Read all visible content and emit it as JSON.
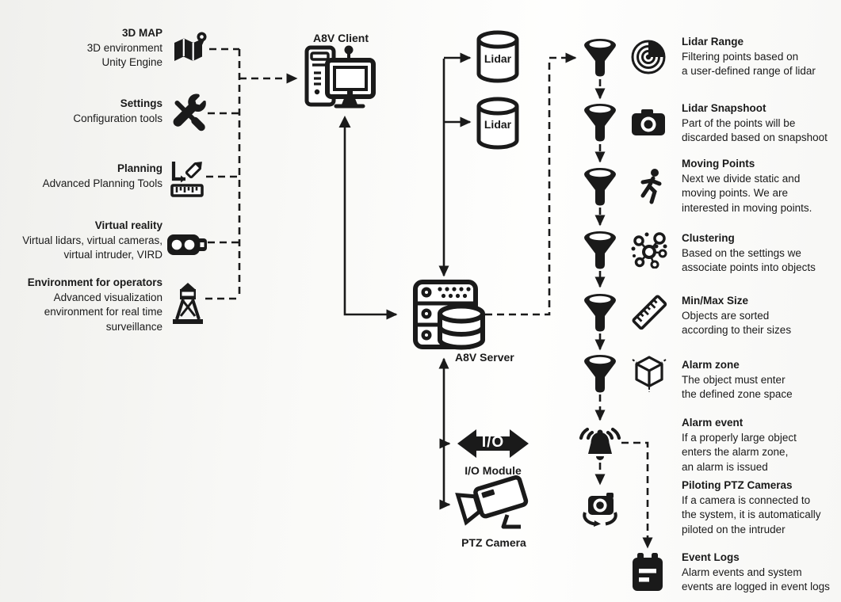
{
  "colors": {
    "ink": "#1a1a1a"
  },
  "left_features": [
    {
      "title": "3D MAP",
      "desc": "3D environment\nUnity Engine"
    },
    {
      "title": "Settings",
      "desc": "Configuration tools"
    },
    {
      "title": "Planning",
      "desc": "Advanced Planning Tools"
    },
    {
      "title": "Virtual reality",
      "desc": "Virtual lidars, virtual cameras,\nvirtual intruder, VIRD"
    },
    {
      "title": "Environment for operators",
      "desc": "Advanced visualization\nenvironment for real time\nsurveillance"
    }
  ],
  "nodes": {
    "client": {
      "label": "A8V Client"
    },
    "lidar_top": {
      "label": "Lidar"
    },
    "lidar_bottom": {
      "label": "Lidar"
    },
    "server": {
      "label": "A8V Server"
    },
    "io_module": {
      "label": "I/O Module",
      "icon_text": "I/O"
    },
    "ptz_camera": {
      "label": "PTZ Camera"
    }
  },
  "pipeline_steps": [
    {
      "title": "Lidar Range",
      "desc": "Filtering points based on\na user-defined range of lidar"
    },
    {
      "title": "Lidar Snapshoot",
      "desc": "Part of the points will be\ndiscarded based on snapshoot"
    },
    {
      "title": "Moving Points",
      "desc": "Next we divide static and\nmoving points. We are\ninterested in moving points."
    },
    {
      "title": "Clustering",
      "desc": "Based on the settings we\nassociate points into objects"
    },
    {
      "title": "Min/Max Size",
      "desc": "Objects are sorted\naccording to their sizes"
    },
    {
      "title": "Alarm zone",
      "desc": "The object must enter\nthe defined zone space"
    },
    {
      "title": "Alarm event",
      "desc": "If a properly large object\nenters the alarm zone,\nan alarm is issued"
    },
    {
      "title": "Piloting PTZ Cameras",
      "desc": "If a camera is connected to\nthe system, it is automatically\npiloted on the intruder"
    },
    {
      "title": "Event Logs",
      "desc": "Alarm events and system\nevents are logged in event logs"
    }
  ]
}
